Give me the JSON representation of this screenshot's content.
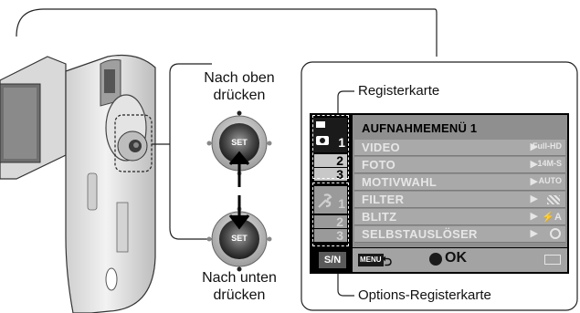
{
  "labels": {
    "press_up_1": "Nach oben",
    "press_up_2": "drücken",
    "press_down_1": "Nach unten",
    "press_down_2": "drücken",
    "register_tab": "Registerkarte",
    "options_register_tab": "Options-Registerkarte"
  },
  "buttons": {
    "set_upper": "SET",
    "set_lower": "SET"
  },
  "menu": {
    "title": "AUFNAHMEMENÜ 1",
    "items": [
      {
        "label": "VIDEO",
        "value": "Full-HD"
      },
      {
        "label": "FOTO",
        "value": "14M-S"
      },
      {
        "label": "MOTIVWAHL",
        "value": "AUTO"
      },
      {
        "label": "FILTER",
        "value": ""
      },
      {
        "label": "BLITZ",
        "value": "⚡A"
      },
      {
        "label": "SELBSTAUSLÖSER",
        "value": ""
      }
    ],
    "tabs": [
      "1",
      "2",
      "3"
    ],
    "option_tabs": [
      "1",
      "2",
      "3"
    ],
    "mode_badge": "S/N",
    "menu_key": "MENU",
    "ok_label": "OK"
  },
  "colors": {
    "screen": "#000000",
    "menu_bg": "#8f8f8f",
    "row_bg": "#a9a9a9",
    "text_dim": "#e6e6e6"
  }
}
